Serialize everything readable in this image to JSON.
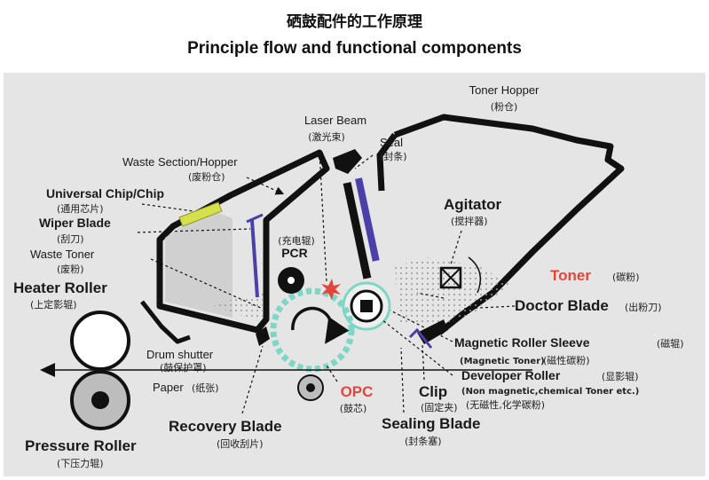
{
  "title_cn": "硒鼓配件的工作原理",
  "title_en": "Principle flow and functional components",
  "labels": {
    "toner_hopper": {
      "en": "Toner Hopper",
      "cn": "(粉仓)"
    },
    "laser_beam": {
      "en": "Laser Beam",
      "cn": "(激光束)"
    },
    "seal": {
      "en": "Seal",
      "cn": "(封条)"
    },
    "waste_section": {
      "en": "Waste Section/Hopper",
      "cn": "(废粉仓)"
    },
    "universal_chip": {
      "en": "Universal Chip/Chip",
      "cn": "(通用芯片)"
    },
    "wiper_blade": {
      "en": "Wiper Blade",
      "cn": "(刮刀)"
    },
    "waste_toner": {
      "en": "Waste Toner",
      "cn": "(废粉)"
    },
    "heater_roller": {
      "en": "Heater Roller",
      "cn": "(上定影辊)"
    },
    "pcr": {
      "en": "PCR",
      "cn": "(充电辊)"
    },
    "agitator": {
      "en": "Agitator",
      "cn": "(搅拌器)"
    },
    "toner": {
      "en": "Toner",
      "cn": "(碳粉)"
    },
    "doctor_blade": {
      "en": "Doctor Blade",
      "cn": "(出粉刀)"
    },
    "magnetic_roller_sleeve": {
      "en": "Magnetic Roller Sleeve",
      "cn": "(磁辊)"
    },
    "magnetic_toner": {
      "en": "(Magnetic Toner)",
      "cn": "(磁性碳粉)"
    },
    "developer_roller": {
      "en": "Developer Roller",
      "cn": "(显影辊)"
    },
    "non_magnetic": {
      "en": "(Non magnetic,chemical Toner etc.)",
      "cn": "(无磁性,化学碳粉)"
    },
    "drum_shutter": {
      "en": "Drum shutter",
      "cn": "(鼓保护罩)"
    },
    "paper": {
      "en": "Paper",
      "cn": "(纸张)"
    },
    "opc": {
      "en": "OPC",
      "cn": "(鼓芯)"
    },
    "clip": {
      "en": "Clip",
      "cn": "(固定夹)"
    },
    "recovery_blade": {
      "en": "Recovery Blade",
      "cn": "(回收刮片)"
    },
    "sealing_blade": {
      "en": "Sealing Blade",
      "cn": "(封条塞)"
    },
    "pressure_roller": {
      "en": "Pressure Roller",
      "cn": "(下压力辊)"
    }
  },
  "colors": {
    "panel": "#e5e5e5",
    "housing": "#111111",
    "blade": "#4b3fa8",
    "chip": "#d6e04a",
    "opc_ring": "#7ed6c4",
    "accent": "#e2453c"
  }
}
